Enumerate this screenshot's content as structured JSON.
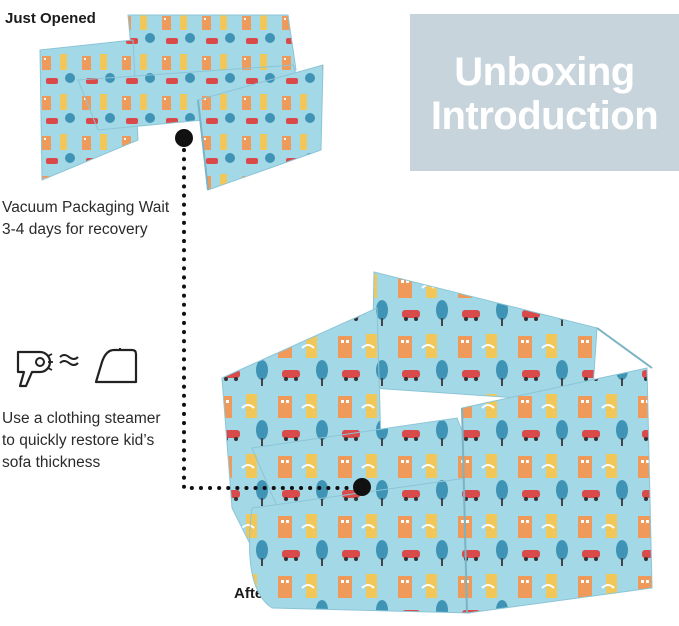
{
  "labels": {
    "just_opened": "Just Opened",
    "after_days": "After 3 Days"
  },
  "title": {
    "line1": "Unboxing",
    "line2": "Introduction"
  },
  "vacuum_note": {
    "line1": "Vacuum Packaging Wait",
    "line2": "3-4 days for recovery"
  },
  "steamer_note": {
    "line1": "Use a clothing steamer",
    "line2": "to quickly restore kid’s",
    "line3": "sofa thickness"
  },
  "icons": [
    "hair-dryer-icon",
    "approx-icon",
    "clothing-iron-icon"
  ],
  "colors": {
    "title_box": "#c8d4dc",
    "sofa_fabric": "#9fd6e6",
    "dotted_line": "#111111"
  }
}
